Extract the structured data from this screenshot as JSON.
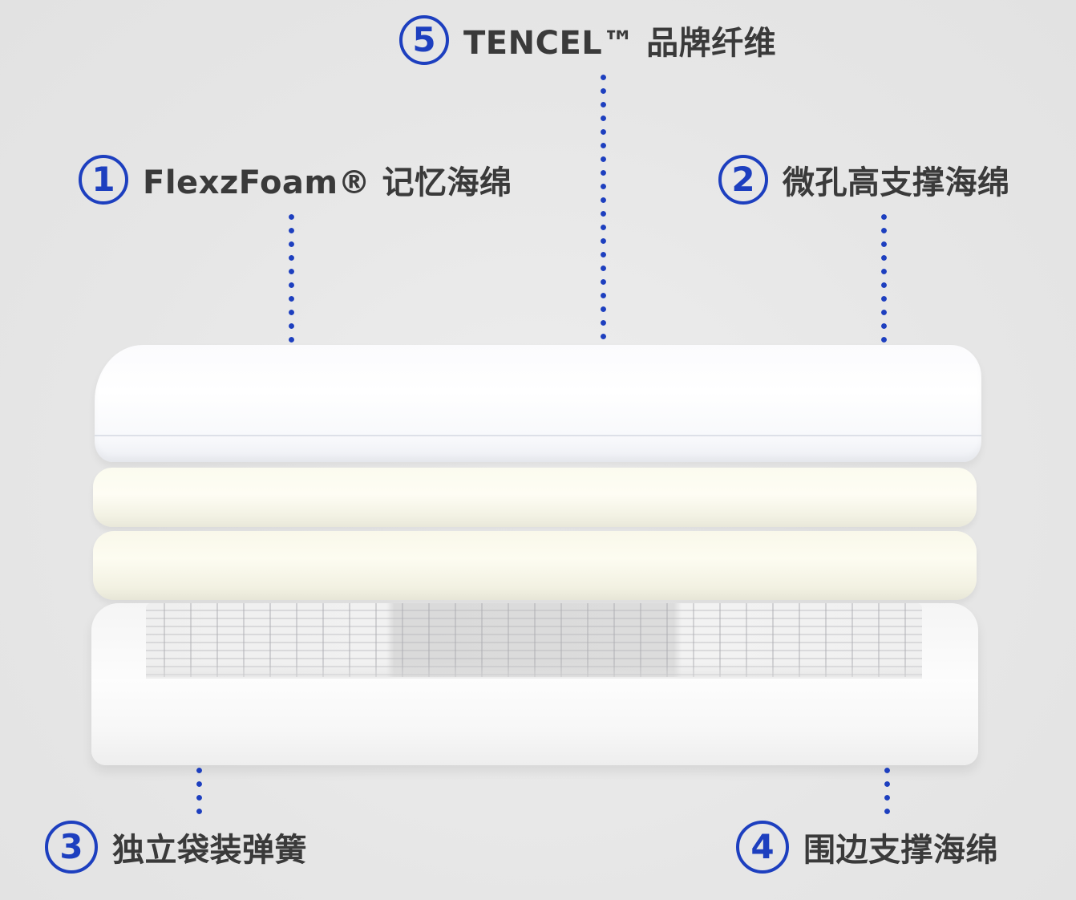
{
  "labels": [
    {
      "number": "1",
      "text": "FlexzFoam® 记忆海绵"
    },
    {
      "number": "2",
      "text": "微孔高支撑海绵"
    },
    {
      "number": "3",
      "text": "独立袋装弹簧"
    },
    {
      "number": "4",
      "text": "围边支撑海绵"
    },
    {
      "number": "5",
      "text": "TENCEL™ 品牌纤维"
    }
  ],
  "colors": {
    "accent": "#1d3fbf",
    "text": "#3a3a3a",
    "background": "#e8e8e8"
  }
}
